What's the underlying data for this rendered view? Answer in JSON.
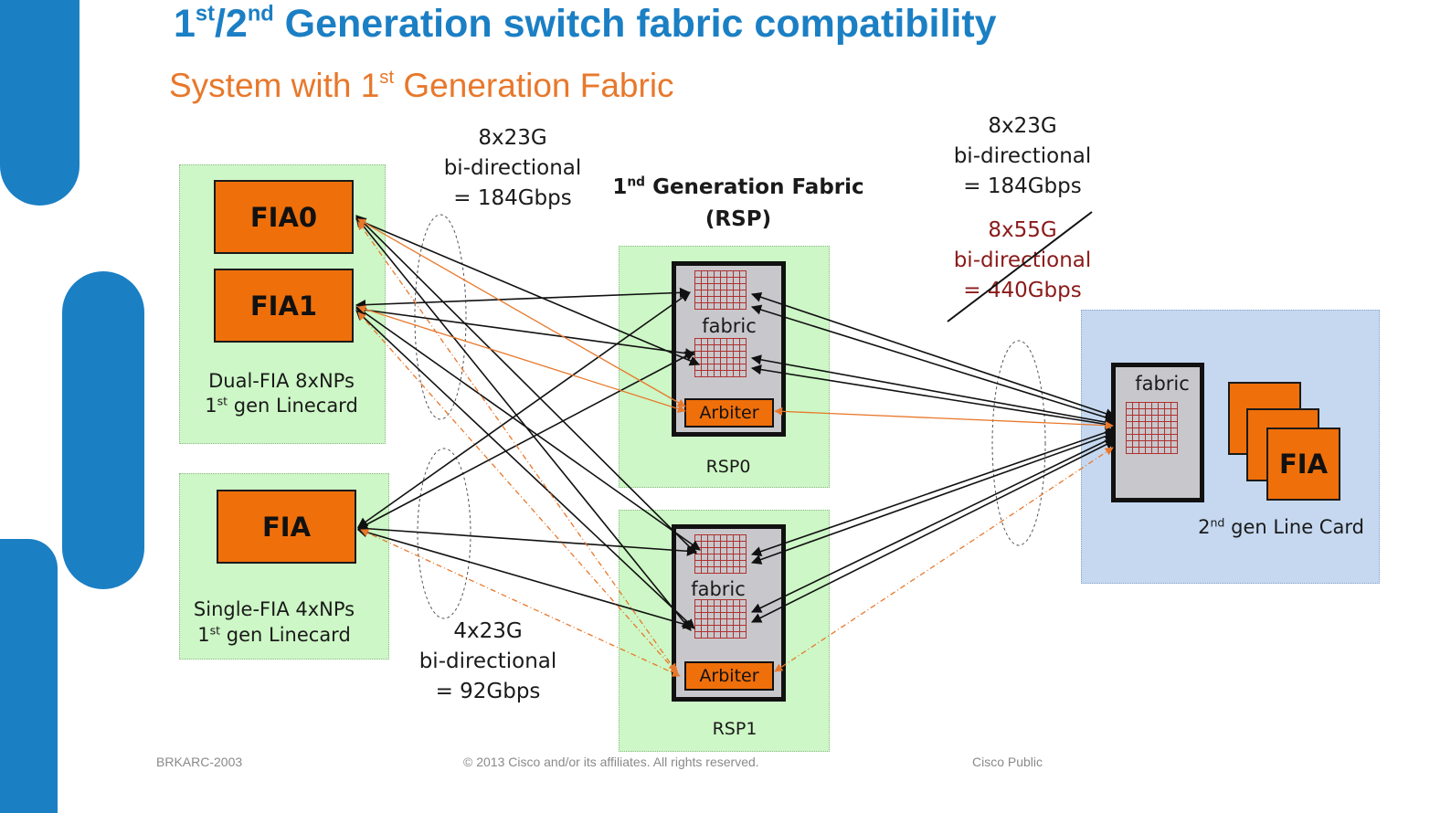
{
  "slide": {
    "title_main": "1",
    "title_sup1": "st",
    "title_mid": "/2",
    "title_sup2": "nd",
    "title_rest": " Generation switch fabric compatibility",
    "subtitle_main": "System with 1",
    "subtitle_sup": "st",
    "subtitle_rest": " Generation Fabric"
  },
  "colors": {
    "accent_blue": "#1b7fc4",
    "accent_orange": "#e8782b",
    "fia_orange": "#ef6f0a",
    "green_box": "#cdf7c6",
    "blue_box": "#c5d8f0",
    "strike_red": "#8b1a1a"
  },
  "fabric_header": {
    "line1_num": "1",
    "line1_sup": "nd",
    "line1_rest": " Generation Fabric",
    "line2": "(RSP)"
  },
  "linecards": {
    "dual": {
      "fia0": "FIA0",
      "fia1": "FIA1",
      "label_line1": "Dual-FIA 8xNPs",
      "label_num": "1",
      "label_sup": "st",
      "label_rest": " gen Linecard"
    },
    "single": {
      "fia": "FIA",
      "label_line1": "Single-FIA 4xNPs",
      "label_num": "1",
      "label_sup": "st",
      "label_rest": " gen Linecard"
    },
    "gen2": {
      "fabric": "fabric",
      "fia": "FIA",
      "label_num": "2",
      "label_sup": "nd",
      "label_rest": " gen Line Card"
    }
  },
  "rsp": {
    "rsp0": {
      "name": "RSP0",
      "fabric": "fabric",
      "arbiter": "Arbiter"
    },
    "rsp1": {
      "name": "RSP1",
      "fabric": "fabric",
      "arbiter": "Arbiter"
    }
  },
  "bandwidth": {
    "left_top": [
      "8x23G",
      "bi-directional",
      "= 184Gbps"
    ],
    "left_bottom": [
      "4x23G",
      "bi-directional",
      "= 92Gbps"
    ],
    "right_top": [
      "8x23G",
      "bi-directional",
      "= 184Gbps"
    ],
    "right_struck": [
      "8x55G",
      "bi-directional",
      "= 440Gbps"
    ]
  },
  "footer": {
    "left": "BRKARC-2003",
    "center": "© 2013 Cisco and/or its affiliates. All rights reserved.",
    "right": "Cisco Public"
  }
}
